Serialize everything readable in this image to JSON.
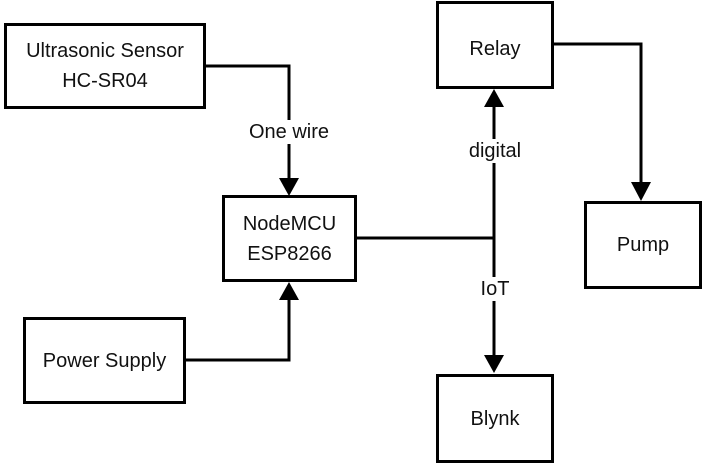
{
  "diagram": {
    "type": "block-diagram",
    "nodes": [
      {
        "id": "ultrasonic",
        "lines": [
          "Ultrasonic Sensor",
          "HC-SR04"
        ]
      },
      {
        "id": "nodemcu",
        "lines": [
          "NodeMCU",
          "ESP8266"
        ]
      },
      {
        "id": "power",
        "lines": [
          "Power Supply"
        ]
      },
      {
        "id": "relay",
        "lines": [
          "Relay"
        ]
      },
      {
        "id": "pump",
        "lines": [
          "Pump"
        ]
      },
      {
        "id": "blynk",
        "lines": [
          "Blynk"
        ]
      }
    ],
    "edges": [
      {
        "from": "ultrasonic",
        "to": "nodemcu",
        "label": "One wire"
      },
      {
        "from": "power",
        "to": "nodemcu",
        "label": ""
      },
      {
        "from": "nodemcu",
        "to": "relay",
        "label": "digital"
      },
      {
        "from": "nodemcu",
        "to": "blynk",
        "label": "IoT"
      },
      {
        "from": "relay",
        "to": "pump",
        "label": ""
      }
    ],
    "colors": {
      "stroke": "#000000",
      "fill": "#ffffff"
    }
  }
}
